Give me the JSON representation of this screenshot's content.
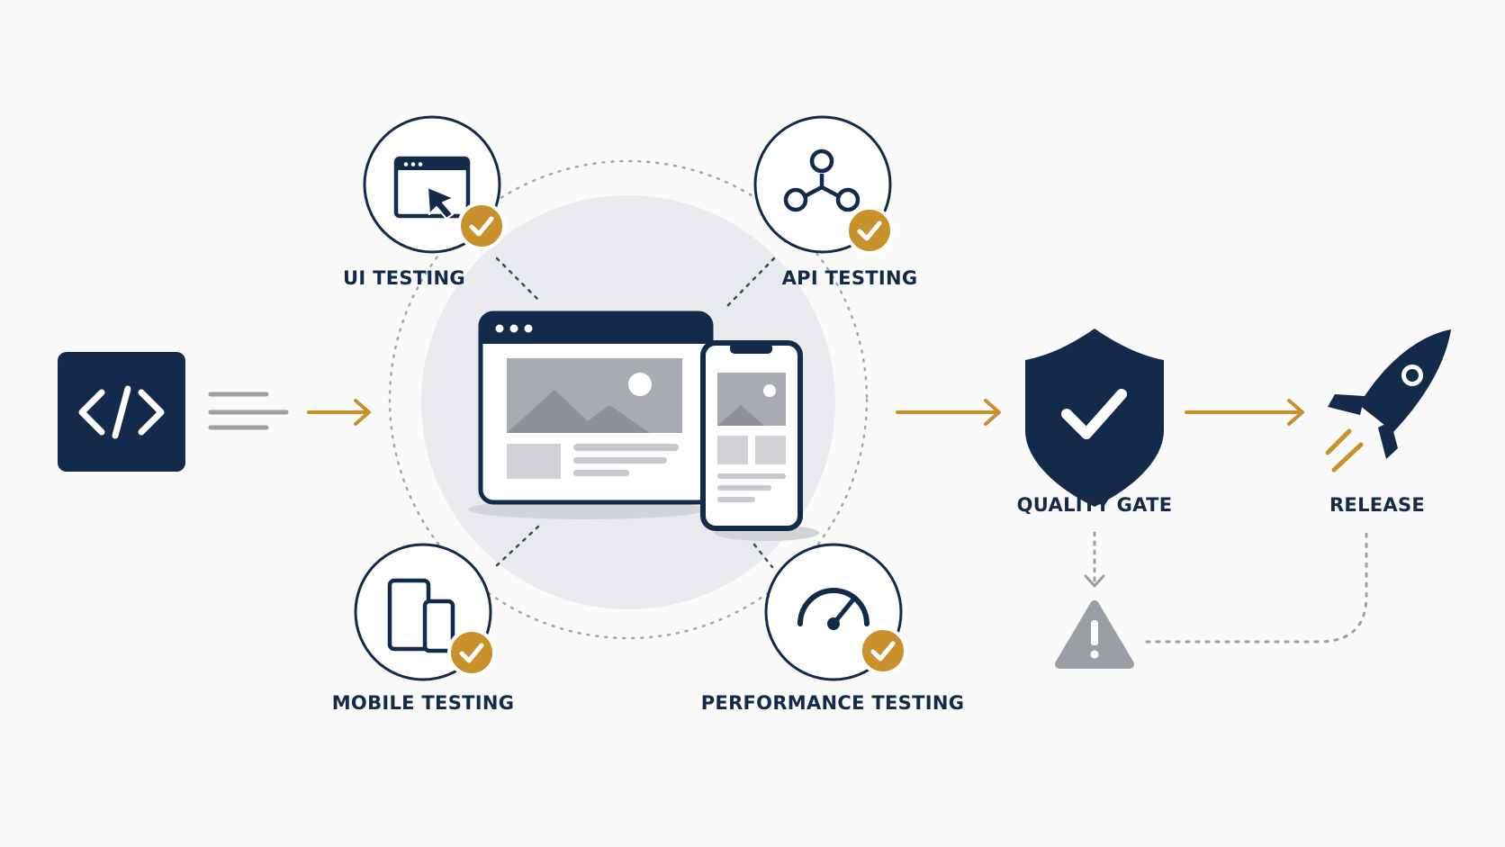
{
  "colors": {
    "navy": "#142a4a",
    "gold": "#c8912c",
    "gray": "#9a9ea5",
    "light_gray": "#e9eaed",
    "background": "#fafafa"
  },
  "nodes": {
    "source_code": {
      "icon": "code-brackets-icon"
    },
    "app_under_test": {
      "icon": "browser-and-phone-icon"
    },
    "ui_testing": {
      "label": "UI TESTING",
      "icon": "browser-cursor-icon",
      "status": "passed"
    },
    "api_testing": {
      "label": "API TESTING",
      "icon": "api-nodes-icon",
      "status": "passed"
    },
    "mobile_testing": {
      "label": "MOBILE TESTING",
      "icon": "mobile-devices-icon",
      "status": "passed"
    },
    "performance_testing": {
      "label": "PERFORMANCE TESTING",
      "icon": "speedometer-icon",
      "status": "passed"
    },
    "quality_gate": {
      "label": "QUALITY GATE",
      "icon": "shield-check-icon"
    },
    "release": {
      "label": "RELEASE",
      "icon": "rocket-icon"
    },
    "failure": {
      "icon": "warning-triangle-icon"
    }
  },
  "flows": [
    {
      "from": "source_code",
      "to": "app_under_test",
      "style": "arrow"
    },
    {
      "from": "app_under_test",
      "to": "quality_gate",
      "style": "arrow"
    },
    {
      "from": "quality_gate",
      "to": "release",
      "style": "arrow"
    },
    {
      "from": "quality_gate",
      "to": "failure",
      "style": "dotted-arrow"
    },
    {
      "from": "failure",
      "to": "release",
      "style": "dotted"
    }
  ]
}
